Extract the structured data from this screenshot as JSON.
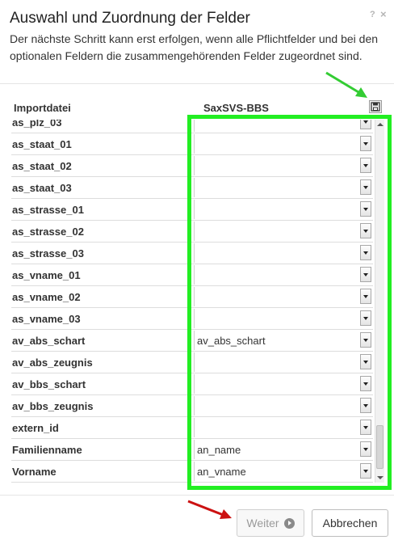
{
  "dialog": {
    "title": "Auswahl und Zuordnung der Felder",
    "help_symbol": "?",
    "close_symbol": "×",
    "description": "Der nächste Schritt kann erst erfolgen, wenn alle Pflichtfelder und bei den optionalen Feldern die zusammengehörenden Felder zugeordnet sind."
  },
  "table": {
    "col_import": "Importdatei",
    "col_target": "SaxSVS-BBS",
    "rows": [
      {
        "field": "as_plz_03",
        "mapped": ""
      },
      {
        "field": "as_staat_01",
        "mapped": ""
      },
      {
        "field": "as_staat_02",
        "mapped": ""
      },
      {
        "field": "as_staat_03",
        "mapped": ""
      },
      {
        "field": "as_strasse_01",
        "mapped": ""
      },
      {
        "field": "as_strasse_02",
        "mapped": ""
      },
      {
        "field": "as_strasse_03",
        "mapped": ""
      },
      {
        "field": "as_vname_01",
        "mapped": ""
      },
      {
        "field": "as_vname_02",
        "mapped": ""
      },
      {
        "field": "as_vname_03",
        "mapped": ""
      },
      {
        "field": "av_abs_schart",
        "mapped": "av_abs_schart"
      },
      {
        "field": "av_abs_zeugnis",
        "mapped": ""
      },
      {
        "field": "av_bbs_schart",
        "mapped": ""
      },
      {
        "field": "av_bbs_zeugnis",
        "mapped": ""
      },
      {
        "field": "extern_id",
        "mapped": ""
      },
      {
        "field": "Familienname",
        "mapped": "an_name"
      },
      {
        "field": "Vorname",
        "mapped": "an_vname"
      }
    ]
  },
  "footer": {
    "weiter_label": "Weiter",
    "abbrechen_label": "Abbrechen"
  },
  "colors": {
    "highlight": "#22ee22",
    "arrow_green": "#33cc33",
    "arrow_red": "#cc1111"
  }
}
